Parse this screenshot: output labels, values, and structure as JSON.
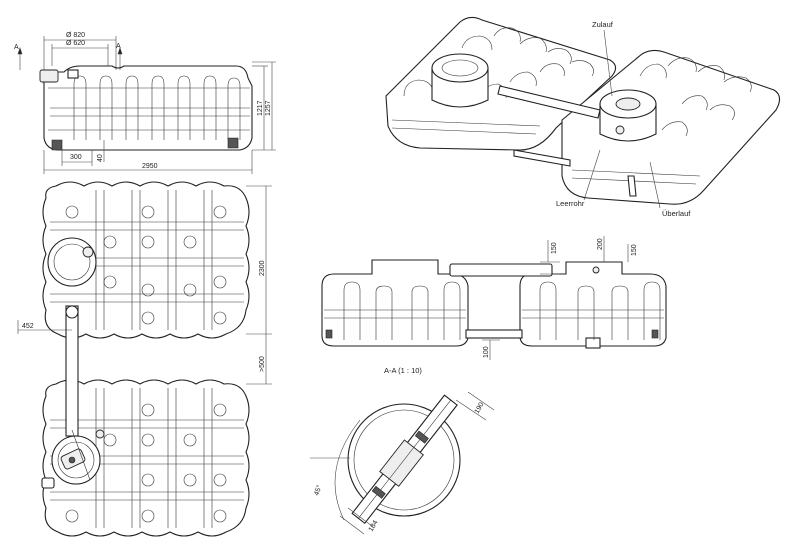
{
  "front_view": {
    "section_marker_left": "A",
    "section_marker_right": "A",
    "dim_outer_diameter": "Ø 820",
    "dim_inner_diameter": "Ø 620",
    "dim_height_1": "1217",
    "dim_height_2": "1257",
    "dim_offset": "300",
    "dim_small": "40",
    "dim_length": "2950"
  },
  "top_view": {
    "dim_width": "2300",
    "dim_pipe_offset": "452",
    "dim_min_spacing": ">500"
  },
  "iso_view": {
    "label_inlet": "Zulauf",
    "label_drain_pipe": "Leerrohr",
    "label_overflow": "Überlauf"
  },
  "side_view": {
    "dim_150_left": "150",
    "dim_200": "200",
    "dim_150_right": "150",
    "dim_100": "100"
  },
  "section_view": {
    "title": "A-A (1 : 10)",
    "dim_angle": "45°",
    "dim_190": "190",
    "dim_184": "184"
  }
}
